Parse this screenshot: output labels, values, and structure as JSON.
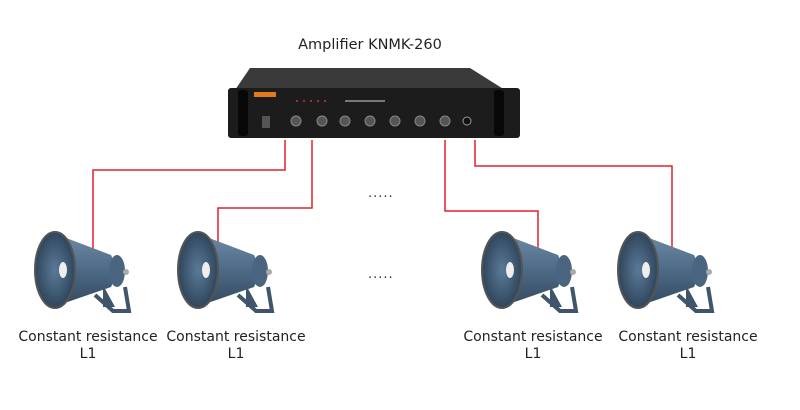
{
  "title": "Amplifier KNMK-260",
  "wire_color": "#e0202a",
  "ellipsis_top": ".....",
  "ellipsis_bottom": ".....",
  "speakers": [
    {
      "label": "Constant resistance",
      "sub": "L1"
    },
    {
      "label": "Constant resistance",
      "sub": "L1"
    },
    {
      "label": "Constant resistance",
      "sub": "L1"
    },
    {
      "label": "Constant resistance",
      "sub": "L1"
    }
  ]
}
